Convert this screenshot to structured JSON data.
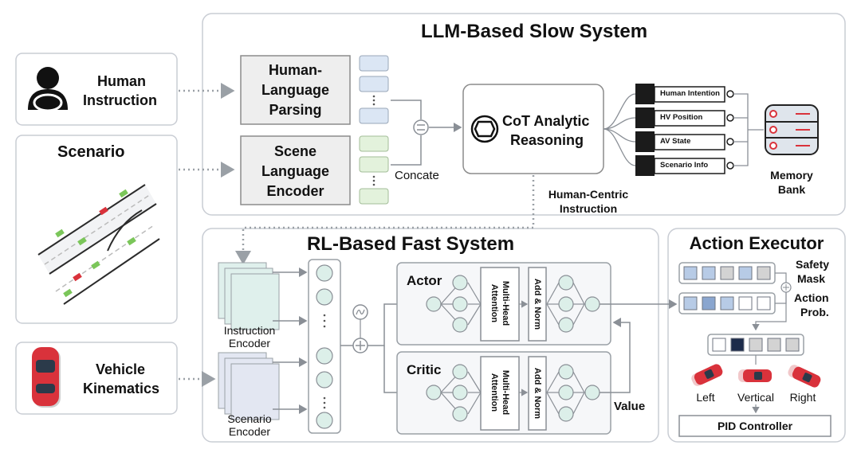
{
  "llm_panel": {
    "title": "LLM-Based Slow System",
    "human_parsing": [
      "Human-",
      "Language",
      "Parsing"
    ],
    "scene_encoder": [
      "Scene",
      "Language",
      "Encoder"
    ],
    "concat_label": "Concate",
    "cot": [
      "CoT Analytic",
      "Reasoning"
    ],
    "memory_items": [
      "Human Intention",
      "HV Position",
      "AV State",
      "Scenario Info"
    ],
    "memory_bank": [
      "Memory",
      "Bank"
    ],
    "hci_label": [
      "Human-Centric",
      "Instruction"
    ]
  },
  "inputs": {
    "human_instruction": [
      "Human",
      "Instruction"
    ],
    "scenario": "Scenario",
    "vehicle_kinematics": [
      "Vehicle",
      "Kinematics"
    ]
  },
  "rl_panel": {
    "title": "RL-Based Fast System",
    "instruction_encoder": [
      "Instruction",
      "Encoder"
    ],
    "scenario_encoder": [
      "Scenario",
      "Encoder"
    ],
    "actor": "Actor",
    "critic": "Critic",
    "mha": [
      "Multi-Head",
      "Attention"
    ],
    "add_norm": "Add & Norm",
    "value": "Value"
  },
  "executor": {
    "title": "Action Executor",
    "safety_mask": [
      "Safety",
      "Mask"
    ],
    "action_prob": [
      "Action",
      "Prob."
    ],
    "left": "Left",
    "vertical": "Vertical",
    "right": "Right",
    "pid": "PID Controller"
  },
  "colors": {
    "panel_border": "#c9cdd4",
    "box_fill": "#eeeeee",
    "blue_cell": "#dbe6f4",
    "green_cell": "#e3f2dc",
    "node_fill": "#dcefe9",
    "car_red": "#d9323b",
    "dark_square": "#1c2b4a"
  }
}
